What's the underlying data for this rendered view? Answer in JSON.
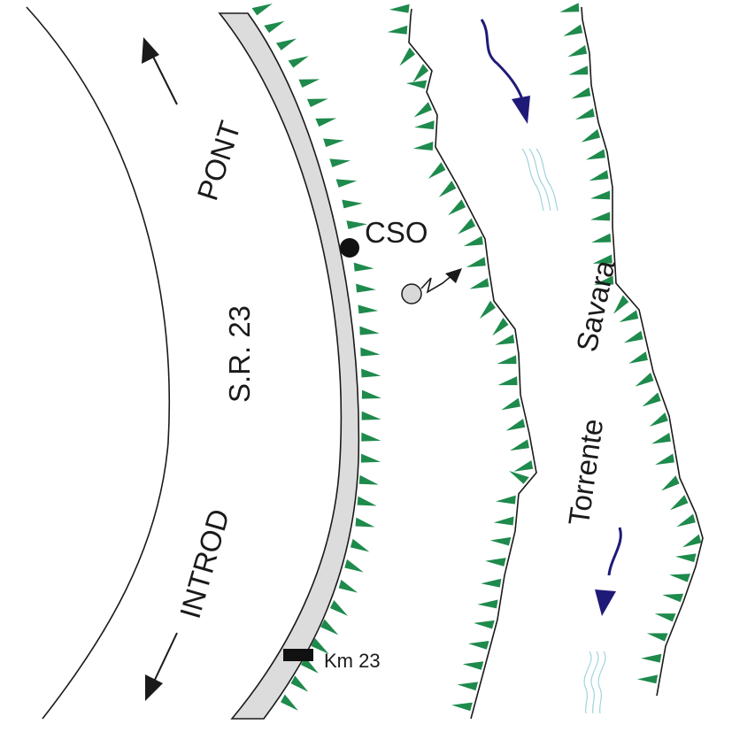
{
  "labels": {
    "pont": "PONT",
    "road": "S.R. 23",
    "introd": "INTROD",
    "cso": "CSO",
    "km": "Km 23",
    "savara": "Savara",
    "torrente": "Torrente"
  },
  "colors": {
    "line": "#1a1a1a",
    "shoulder_fill": "#dcdcdc",
    "bank_marks": "#1e8a4c",
    "flow_arrow": "#1f1a78",
    "ripple": "#9fd4dc",
    "source_fill": "#d8d8d8"
  },
  "icons": {
    "direction_arrows": "double-headed-arrow",
    "cso_marker": "filled-circle",
    "km_marker": "filled-rectangle",
    "spring_symbol": "circle-with-zigzag-arrow",
    "flow": "curved-arrow",
    "water": "wavy-lines"
  }
}
